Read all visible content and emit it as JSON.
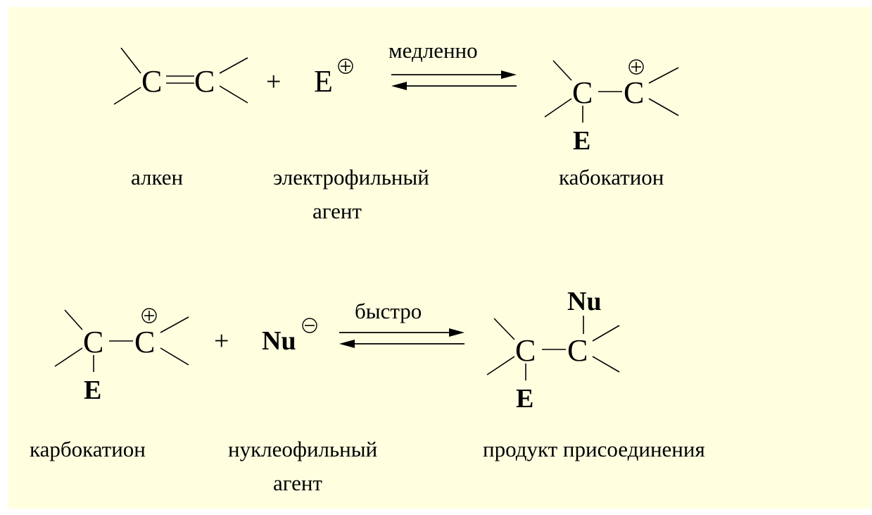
{
  "step1": {
    "alkene": {
      "c1": "C",
      "bond": "=",
      "c2": "C"
    },
    "plus": "+",
    "electrophile": "E",
    "arrow_label": "медленно",
    "cation": {
      "c1": "C",
      "c2": "C",
      "sub": "E"
    },
    "labels": {
      "alkene": "алкен",
      "electrophile_1": "электрофильный",
      "electrophile_2": "агент",
      "cation": "кабокатион"
    }
  },
  "step2": {
    "cation": {
      "c1": "C",
      "c2": "C",
      "sub": "E"
    },
    "plus": "+",
    "nucleophile": "Nu",
    "arrow_label": "быстро",
    "product": {
      "c1": "C",
      "c2": "C",
      "sub_bottom": "E",
      "sub_top": "Nu"
    },
    "labels": {
      "cation": "карбокатион",
      "nucleophile_1": "нуклеофильный",
      "nucleophile_2": "агент",
      "product": "продукт присоединения"
    }
  }
}
